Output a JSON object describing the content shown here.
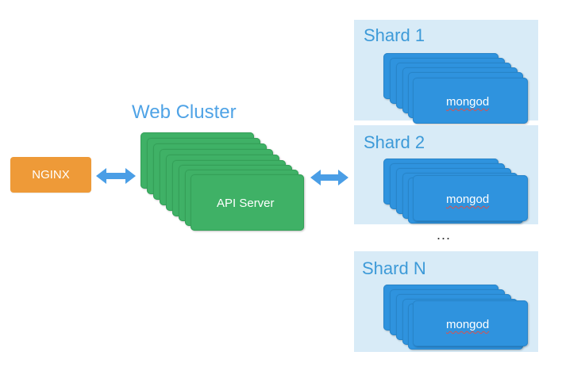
{
  "nginx": {
    "label": "NGINX"
  },
  "web_cluster": {
    "title": "Web Cluster",
    "server_label": "API Server"
  },
  "shards": [
    {
      "title": "Shard 1",
      "node_label": "mongod"
    },
    {
      "title": "Shard 2",
      "node_label": "mongod"
    },
    {
      "title": "Shard N",
      "node_label": "mongod"
    }
  ],
  "ellipsis": "...",
  "colors": {
    "nginx": "#ee9a38",
    "api_server": "#3fb166",
    "mongod": "#2f93de",
    "shard_panel": "#d8ebf7",
    "title_text": "#4fa3e6",
    "arrow": "#4a9ee6"
  }
}
